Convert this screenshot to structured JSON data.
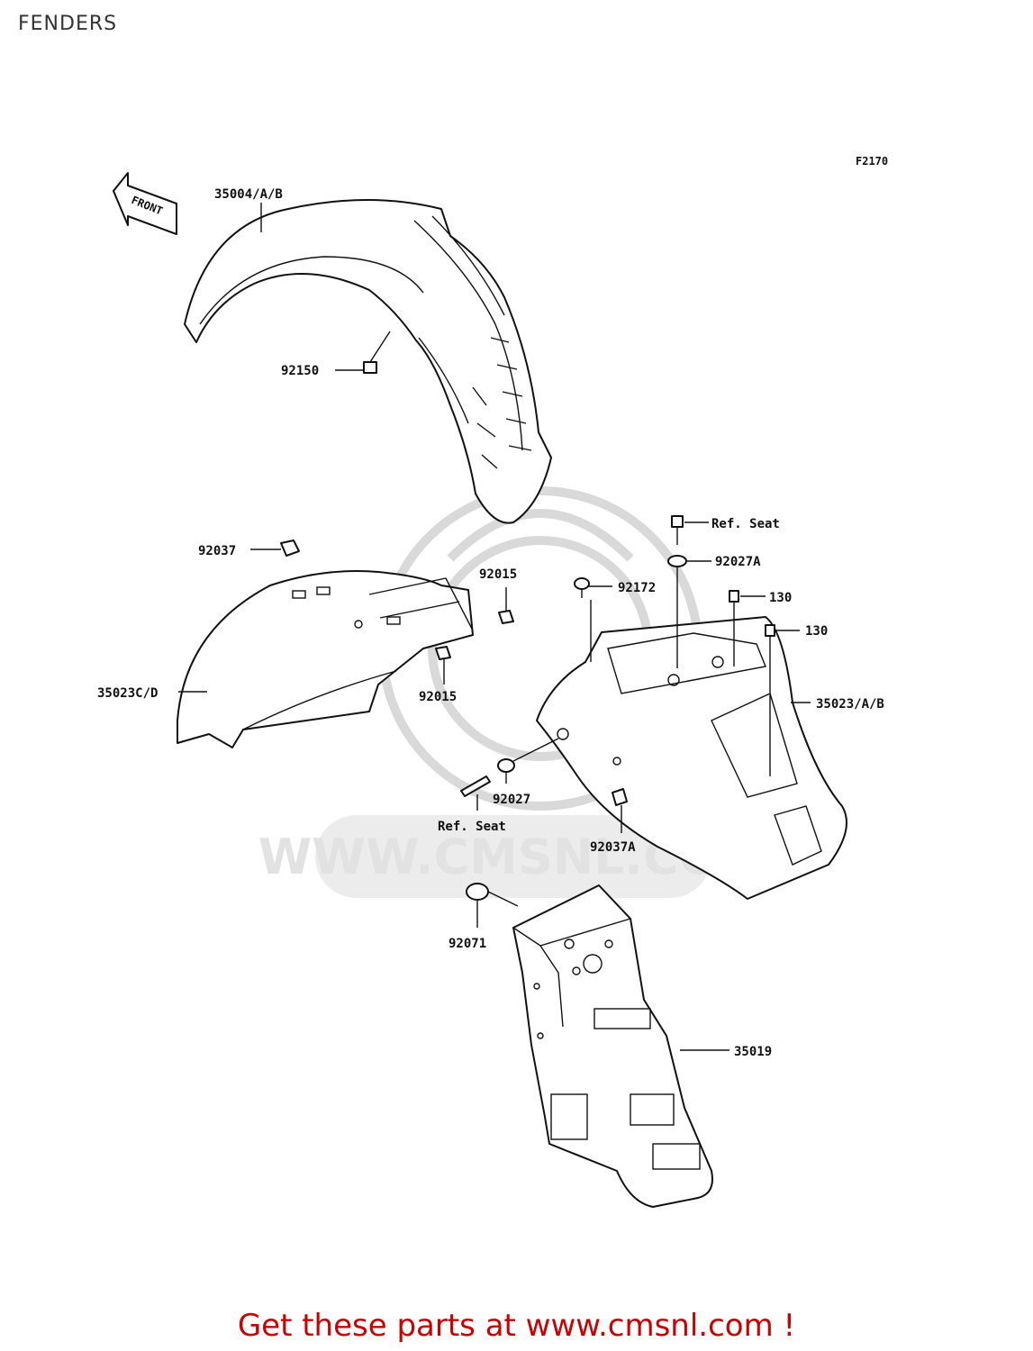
{
  "page_title": "FENDERS",
  "figure_code": "F2170",
  "front_arrow_label": "FRONT",
  "watermark": "WWW.CMSNL.COM",
  "footer_text": "Get these parts at www.cmsnl.com !",
  "callouts": {
    "front_fender": "35004/A/B",
    "bolt_front": "92150",
    "clip_top": "92037",
    "nut_upper": "92015",
    "nut_lower": "92015",
    "inner_fender": "35023C/D",
    "ref_seat_top": "Ref. Seat",
    "washer_top": "92027A",
    "screw_92172": "92172",
    "bolt_130_a": "130",
    "bolt_130_b": "130",
    "rear_fender": "35023/A/B",
    "washer_92027": "92027",
    "ref_seat_bottom": "Ref. Seat",
    "clip_rear": "92037A",
    "grommet": "92071",
    "flap": "35019"
  }
}
